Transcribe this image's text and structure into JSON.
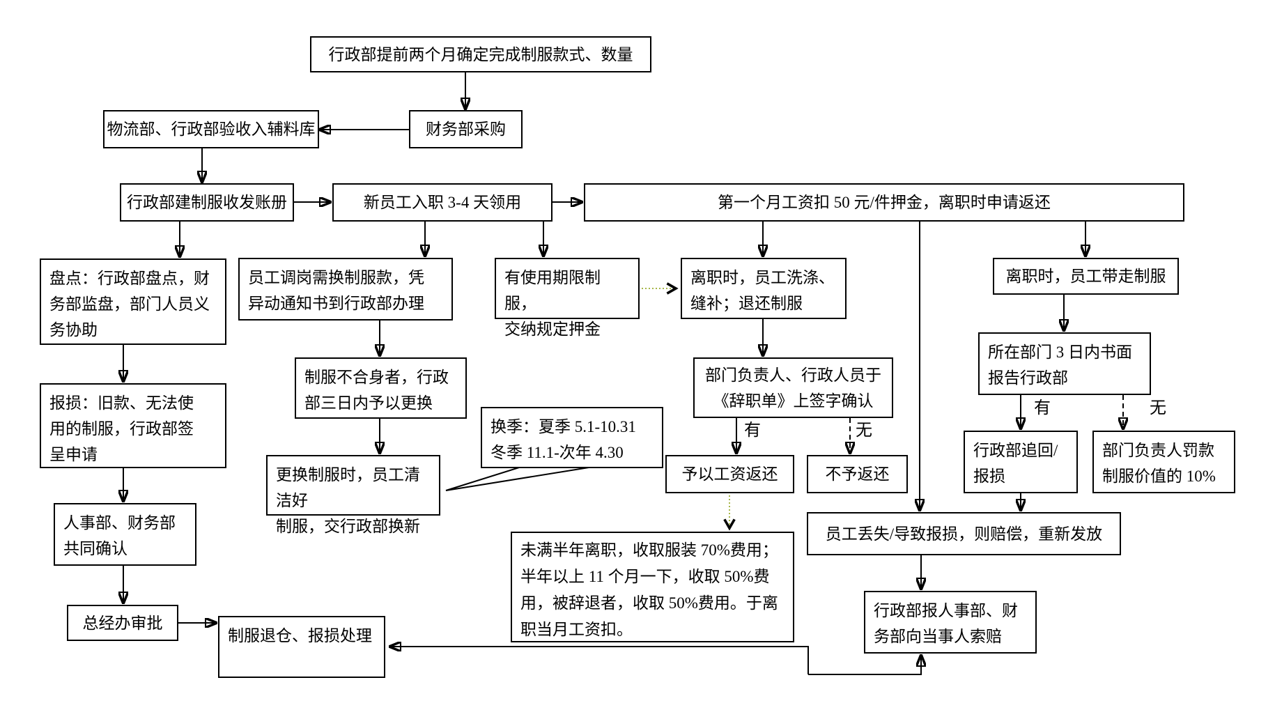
{
  "nodes": {
    "plan": "行政部提前两个月确定完成制服款式、数量",
    "purchase": "财务部采购",
    "receive": "物流部、行政部验收入辅料库",
    "ledger": "行政部建制服收发账册",
    "newhire": "新员工入职 3-4 天领用",
    "deposit": "第一个月工资扣 50 元/件押金，离职时申请返还",
    "inventory": "盘点：行政部盘点，财\n务部监盘，部门人员义\n务协助",
    "transfer": "员工调岗需换制服款，凭\n异动通知书到行政部办理",
    "limited": "有使用期限制服，\n交纳规定押金",
    "wash": "离职时，员工洗涤、\n缝补；退还制服",
    "takeaway": "离职时，员工带走制服",
    "damage": "报损：旧款、无法使\n用的制服，行政部签\n呈申请",
    "unfit": "制服不合身者，行政\n部三日内予以更换",
    "sign": "部门负责人、行政人员于\n《辞职单》上签字确认",
    "report3d": "所在部门 3 日内书面\n报告行政部",
    "confirm": "人事部、财务部\n共同确认",
    "replace": "更换制服时，员工清洁好\n制服，交行政部换新",
    "season": "换季：夏季 5.1-10.31\n冬季 11.1-次年 4.30",
    "refund": "予以工资返还",
    "norefund": "不予返还",
    "recover": "行政部追回/\n报损",
    "fine": "部门负责人罚款\n制服价值的 10%",
    "fees": "未满半年离职，收取服装 70%费用；\n半年以上 11 个月一下，收取 50%费\n用，被辞退者，收取 50%费用。于离\n职当月工资扣。",
    "lost": "员工丢失/导致报损，则赔偿，重新发放",
    "claim": "行政部报人事部、财\n务部向当事人索赔",
    "approve": "总经办审批",
    "restock": "制服退仓、报损处理"
  },
  "labels": {
    "sign_yes": "有",
    "sign_no": "无",
    "report_yes": "有",
    "report_no": "无"
  },
  "colors": {
    "line": "#000000",
    "highlight_arrow": "#a6b647",
    "background": "#ffffff"
  }
}
